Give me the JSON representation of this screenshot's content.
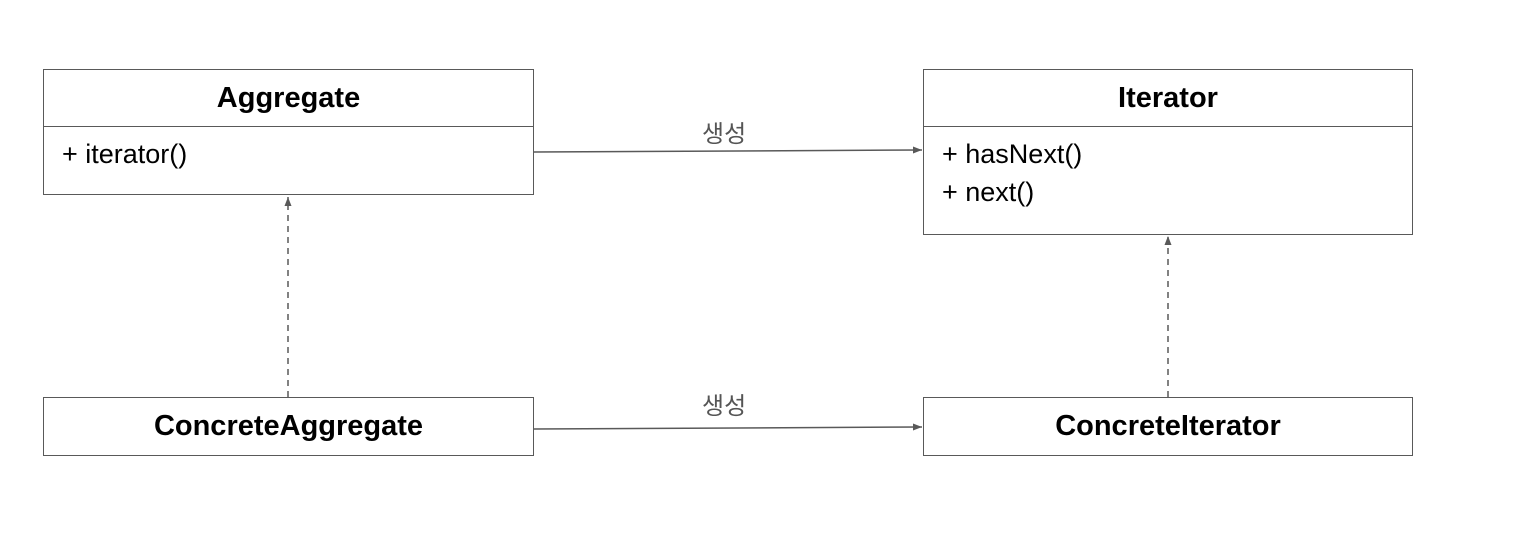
{
  "diagram": {
    "classes": {
      "aggregate": {
        "name": "Aggregate",
        "methods": [
          "+ iterator()"
        ]
      },
      "iterator": {
        "name": "Iterator",
        "methods": [
          "+ hasNext()",
          "+ next()"
        ]
      },
      "concrete_aggregate": {
        "name": "ConcreteAggregate"
      },
      "concrete_iterator": {
        "name": "ConcreteIterator"
      }
    },
    "edges": [
      {
        "from": "Aggregate",
        "to": "Iterator",
        "kind": "association",
        "label": "생성"
      },
      {
        "from": "ConcreteAggregate",
        "to": "ConcreteIterator",
        "kind": "association",
        "label": "생성"
      },
      {
        "from": "ConcreteAggregate",
        "to": "Aggregate",
        "kind": "realization",
        "label": ""
      },
      {
        "from": "ConcreteIterator",
        "to": "Iterator",
        "kind": "realization",
        "label": ""
      }
    ],
    "colors": {
      "line": "#595959",
      "label": "#555555"
    }
  }
}
